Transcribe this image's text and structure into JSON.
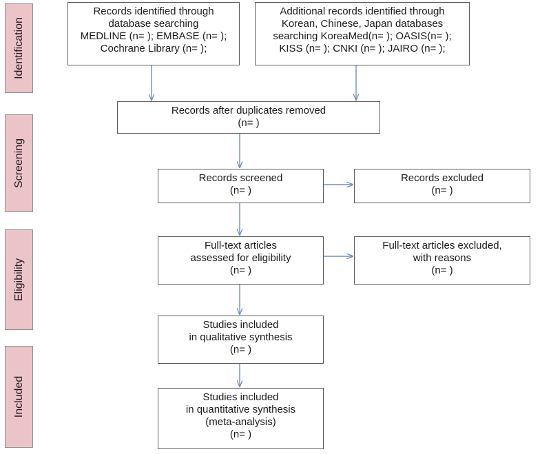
{
  "phases": {
    "identification": "Identification",
    "screening": "Screening",
    "eligibility": "Eligibility",
    "included": "Included"
  },
  "boxes": {
    "database_search": [
      "Records identified through",
      "database searching",
      "MEDLINE (n= ); EMBASE (n= );",
      "Cochrane Library (n= );"
    ],
    "additional_records": [
      "Additional records identified through",
      "Korean, Chinese, Japan databases",
      "searching KoreaMed(n= ); OASIS(n= );",
      "KISS (n= ); CNKI (n= ); JAIRO (n= );"
    ],
    "duplicates_removed": [
      "Records after duplicates removed",
      "(n= )"
    ],
    "records_screened": [
      "Records screened",
      "(n= )"
    ],
    "records_excluded": [
      "Records excluded",
      "(n= )"
    ],
    "fulltext_assessed": [
      "Full-text articles",
      "assessed  for eligibility",
      "(n= )"
    ],
    "fulltext_excluded": [
      "Full-text articles excluded,",
      "with reasons",
      "(n= )"
    ],
    "qualitative_synthesis": [
      "Studies included",
      "in qualitative synthesis",
      "(n= )"
    ],
    "quantitative_synthesis": [
      "Studies included",
      "in quantitative synthesis",
      "(meta-analysis)",
      "(n= )"
    ]
  },
  "colors": {
    "phase_fill": "#ecc4c7",
    "arrow": "#6f8fbf",
    "box_border": "#5a5a5a"
  }
}
